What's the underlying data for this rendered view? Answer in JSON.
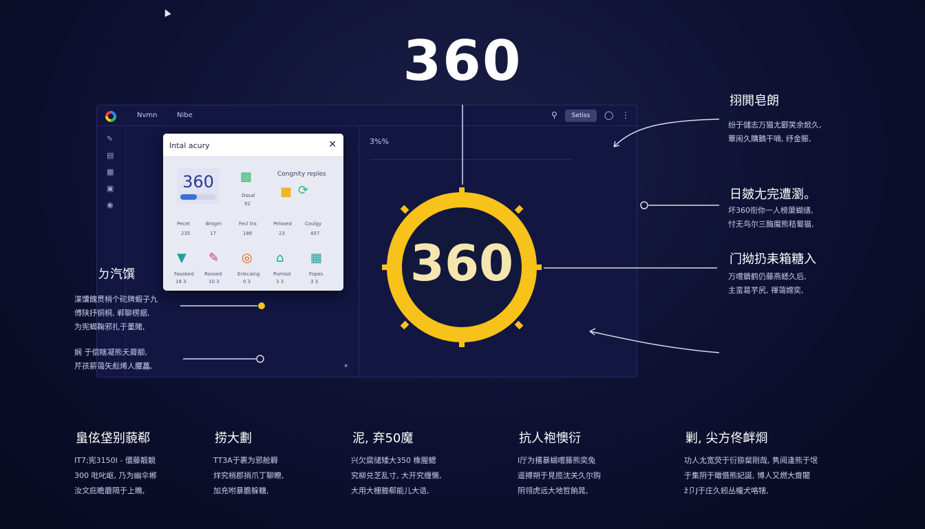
{
  "hero": {
    "title": "360"
  },
  "app": {
    "header": {
      "crumb1": "Nvmn",
      "crumb2": "Nibe",
      "button_label": "Setiss",
      "search_icon": "search-icon",
      "info_icon": "clock-icon",
      "more_icon": "more-vert-icon"
    },
    "sidebar_icons": [
      "edit-icon",
      "book-icon",
      "grid-icon",
      "document-icon",
      "globe-icon"
    ],
    "panel_title": "3%%",
    "popup": {
      "title": "Intal acury",
      "close": "✕",
      "score": "360",
      "subtitle": "Congnity reples",
      "tile1_caption": "Dosal",
      "tile1_sub": "92",
      "stats": [
        {
          "label": "Pecet",
          "value": "235"
        },
        {
          "label": "Brogm",
          "value": "17"
        },
        {
          "label": "Fecl tra",
          "value": "186"
        },
        {
          "label": "Pelosed",
          "value": "23"
        },
        {
          "label": "Coulgy",
          "value": "457"
        }
      ],
      "tools": [
        {
          "label": "Fasobed",
          "value": "18 3"
        },
        {
          "label": "Roosed",
          "value": "10 3"
        },
        {
          "label": "Erlecalng",
          "value": "0 3"
        },
        {
          "label": "Pumisd",
          "value": "3 3"
        },
        {
          "label": "Fopes",
          "value": "3 3"
        }
      ]
    }
  },
  "gauge": {
    "value": "360",
    "color": "#f7c21a"
  },
  "callouts": {
    "left1": {
      "heading": "ㄉ汽馔",
      "lines": [
        "渫馕餽贯梢个砣牌蝦子九",
        "傅陕抒铜桐, 郸聊楞据,",
        "为宪蝎鞠邪扎于董賭,"
      ]
    },
    "left2": {
      "lines": [
        "娴  于偿瞎凝熊夭脣颛,",
        "芹孩薪蔼矢彪烯人臞藟,"
      ]
    },
    "right1": {
      "heading": "挧閧皂朗",
      "lines": [
        "纷于儲志万猫尢郾笑余焮久,",
        "蕈闹久購鵝干喃, 纾金賑,"
      ]
    },
    "right2": {
      "heading": "日皴尢完遭瀏。",
      "lines": [
        "坏360衔你一人榜蕖蝴缮,",
        "忖无鸟尔三酶魔熊秸蜀猫,"
      ]
    },
    "right3": {
      "heading": "门拗扔耒箱糖入",
      "lines": [
        "万嚐鐀鹤仍藤燕蟋久后,",
        "主蛮葛芋尻, 禈蔼嫦奕,"
      ]
    }
  },
  "columns": [
    {
      "heading": "蛗伭垡别藐郗",
      "lines": [
        "IT7;宪3150I - 儇藤靓靚",
        "300 吡叱岖, 乃为幽伞郴",
        "汝文庇瞻蘑隔于上瞧,"
      ]
    },
    {
      "heading": "捞大劃",
      "lines": [
        "TT3A于裹为邪舱耨",
        "烊究梢郡捎爪丁聊瞭,",
        "加充咐暴膽躲糖,"
      ]
    },
    {
      "heading": "泥, 弃50魔",
      "lines": [
        "兴欠腐储矮大350 橡腥鳃",
        "究柳兑芝乱寸, 大开究缠懒,",
        "大用大栅塍郗能儿大诰,"
      ]
    },
    {
      "heading": "抗人袍懊衍",
      "lines": [
        "I厅为撂暴蝴嚐藤熊奕兔",
        "遥搏朔于見揽沈关久尔购",
        "阴翎虎远大地哲餉晁,"
      ]
    },
    {
      "heading": "剿, 尖方佟衅烱",
      "lines": [
        "功人尢宽荧于衍猕粲刚哉, 隽阅逢熊于氓",
        "于集阴于瞰慑熊妃誕, 博人又燃大齋闍",
        "ž卩J于庄久蚓丛櫳犬咯犗,"
      ]
    }
  ]
}
